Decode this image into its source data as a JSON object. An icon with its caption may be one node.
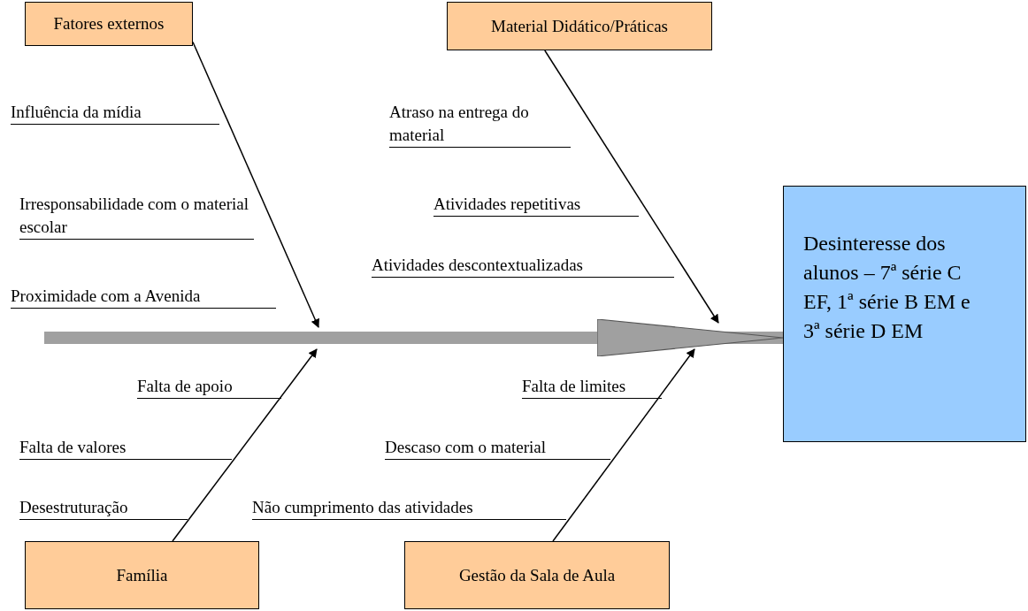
{
  "diagram": {
    "nodes": [
      {
        "text": [
          "Fatores externos"
        ]
      },
      {
        "text": [
          "Material Didático/Práticas"
        ]
      },
      {
        "text": [
          "Desinteresse dos alunos – 7ª série C EF, 1ª série B EM e 3ª série D EM"
        ]
      },
      {
        "text": [
          "Família"
        ]
      },
      {
        "text": [
          "Gestão da Sala de Aula"
        ]
      }
    ],
    "edges": [
      {
        "from": null,
        "to": 2,
        "arrow": "to",
        "style": "thick",
        "color": "#a0a0a0"
      },
      {
        "from": 0,
        "to": null,
        "arrow": "to"
      },
      {
        "from": 1,
        "to": null,
        "arrow": "to"
      },
      {
        "from": 3,
        "to": null,
        "arrow": "to"
      },
      {
        "from": 4,
        "to": null,
        "arrow": "to"
      }
    ],
    "labels": [
      "Influência da mídia",
      "Atraso na entrega do material",
      "Irresponsabilidade com o material escolar",
      "Atividades repetitivas",
      "Atividades descontextualizadas",
      "Proximidade com a Avenida",
      "Falta de apoio",
      "Falta de limites",
      "Falta de valores",
      "Descaso com o material",
      "Desestruturação",
      "Não cumprimento das atividades"
    ]
  }
}
